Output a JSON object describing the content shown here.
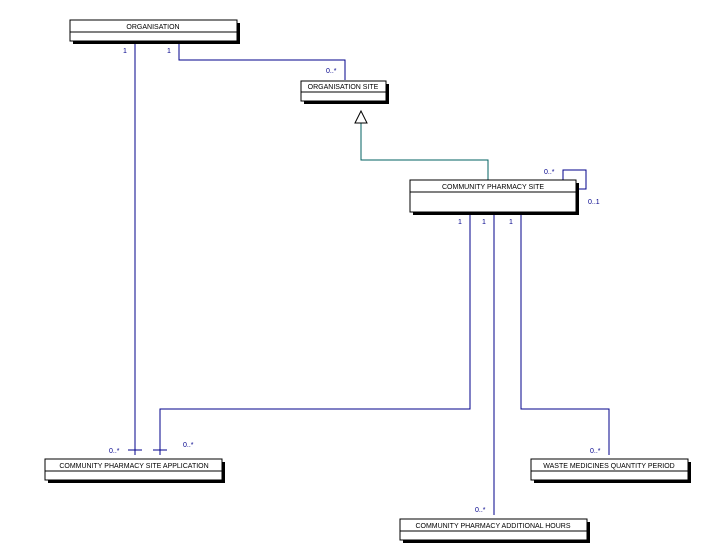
{
  "entities": {
    "organisation": "ORGANISATION",
    "organisation_site": "ORGANISATION SITE",
    "community_pharmacy_site": "COMMUNITY PHARMACY SITE",
    "site_application": "COMMUNITY PHARMACY SITE APPLICATION",
    "waste_medicines_quantity_period": "WASTE MEDICINES QUANTITY PERIOD",
    "additional_hours": "COMMUNITY PHARMACY ADDITIONAL HOURS"
  },
  "multiplicities": {
    "org_to_application_one": "1",
    "org_to_site_one": "1",
    "org_site_many": "0..*",
    "cps_self_many": "0..*",
    "cps_self_optional": "0..1",
    "cps_to_application_one": "1",
    "cps_to_hours_one": "1",
    "cps_to_waste_one": "1",
    "application_from_org_many": "0..*",
    "application_from_cps_many": "0..*",
    "waste_many": "0..*",
    "hours_many": "0..*"
  },
  "colors": {
    "line_blue": "#00008b",
    "generalization_line": "#006060",
    "box_border": "#000000",
    "shadow": "#000000"
  }
}
